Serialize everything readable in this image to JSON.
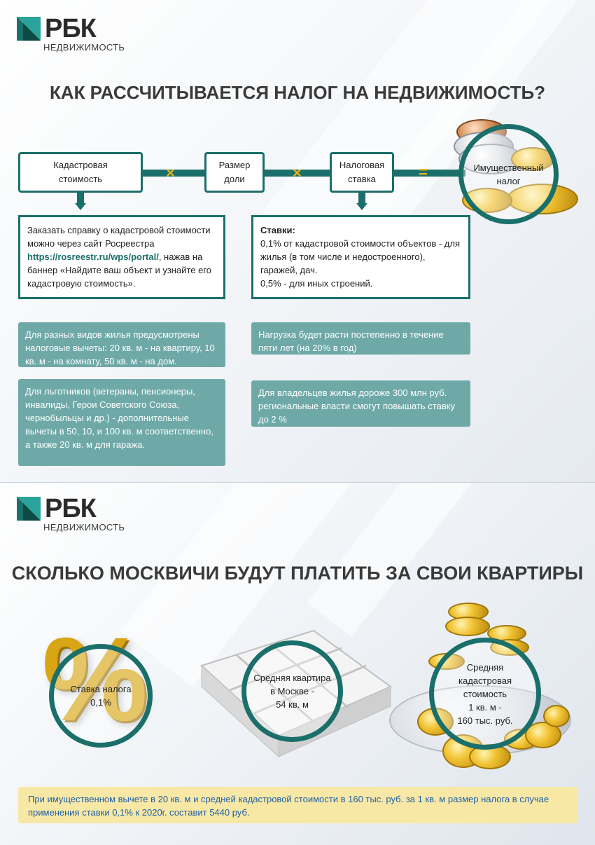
{
  "brand": {
    "name": "РБК",
    "sub": "НЕДВИЖИМОСТЬ"
  },
  "panel1": {
    "title": "КАК РАССЧИТЫВАЕТСЯ НАЛОГ НА НЕДВИЖИМОСТЬ?",
    "flow": {
      "box1": {
        "line1": "Кадастровая",
        "line2": "стоимость"
      },
      "box2": {
        "line1": "Размер",
        "line2": "доли"
      },
      "box3": {
        "line1": "Налоговая",
        "line2": "ставка"
      },
      "result": {
        "line1": "Имущественный",
        "line2": "налог"
      },
      "op_multiply": "×",
      "op_equals": "="
    },
    "info_left": {
      "text1": "Заказать справку о кадастровой стоимости можно через сайт Росреестра ",
      "link": "https://rosreestr.ru/wps/portal/",
      "text2": ", нажав на баннер «Найдите ваш объект и узнайте его кадастровую стоимость»."
    },
    "info_right": {
      "heading": "Ставки:",
      "line1": "0,1% от кадастровой стоимости объектов - для жилья (в том числе и недостроенного), гаражей, дач.",
      "line2": "0,5% - для иных строений."
    },
    "tiles": [
      "Для разных видов жилья предусмотрены налоговые вычеты: 20 кв. м - на квартиру, 10 кв. м - на комнату, 50 кв. м - на дом.",
      "Для льготников (ветераны, пенсионеры, инвалиды, Герои Советского Союза, чернобыльцы и др.) - дополнительные вычеты в 50, 10, и 100 кв. м соответственно, а также 20 кв. м для гаража.",
      "Нагрузка будет расти постепенно в течение пяти лет (на 20% в год)",
      "Для владельцев жилья дороже 300 млн руб. региональные власти смогут повышать ставку до 2 %"
    ]
  },
  "panel2": {
    "title": "СКОЛЬКО МОСКВИЧИ БУДУТ ПЛАТИТЬ ЗА СВОИ КВАРТИРЫ",
    "circle_rate": {
      "line1": "Ставка налога",
      "line2": "0,1%"
    },
    "circle_flat": {
      "line1": "Средняя квартира",
      "line2": "в Москве -",
      "line3": "54 кв. м"
    },
    "circle_cost": {
      "line1": "Средняя",
      "line2": "кадастровая",
      "line3": "стоимость",
      "line4": "1 кв. м -",
      "line5": "160 тыс. руб."
    },
    "percent_symbol": "%",
    "note": "При имущественном вычете в 20 кв. м и средней кадастровой стоимости в 160 тыс. руб. за 1 кв. м размер налога в случае применения ставки 0,1% к 2020г. составит 5440 руб."
  },
  "colors": {
    "teal": "#1b6f6a",
    "tile": "#6ea9a8",
    "gold": "#e5b21a",
    "note_bg": "#f7e8a6",
    "note_text": "#1e5fa8"
  }
}
